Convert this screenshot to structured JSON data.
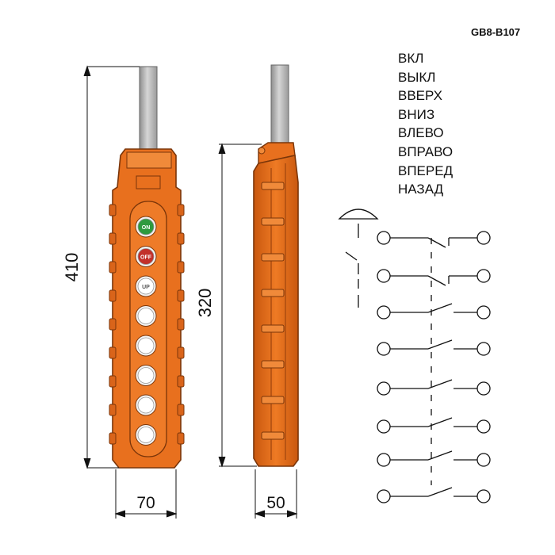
{
  "model": "GB8-B107",
  "functions": [
    "ВКЛ",
    "ВЫКЛ",
    "ВВЕРХ",
    "ВНИЗ",
    "ВЛЕВО",
    "ВПРАВО",
    "ВПЕРЕД",
    "НАЗАД"
  ],
  "dimensions": {
    "total_height": "410",
    "body_height": "320",
    "width": "70",
    "depth": "50"
  },
  "buttons": [
    {
      "label": "ON",
      "color": "#2e9a3e"
    },
    {
      "label": "OFF",
      "color": "#c2302a"
    },
    {
      "label": "UP",
      "color": "#ffffff"
    },
    {
      "label": "",
      "color": "#ffffff"
    },
    {
      "label": "",
      "color": "#ffffff"
    },
    {
      "label": "",
      "color": "#ffffff"
    },
    {
      "label": "",
      "color": "#ffffff"
    },
    {
      "label": "",
      "color": "#ffffff"
    }
  ],
  "colors": {
    "housing": "#e8701e",
    "housing_dark": "#a84a10",
    "cable": "#b9b9b9"
  },
  "switch_count": 8
}
